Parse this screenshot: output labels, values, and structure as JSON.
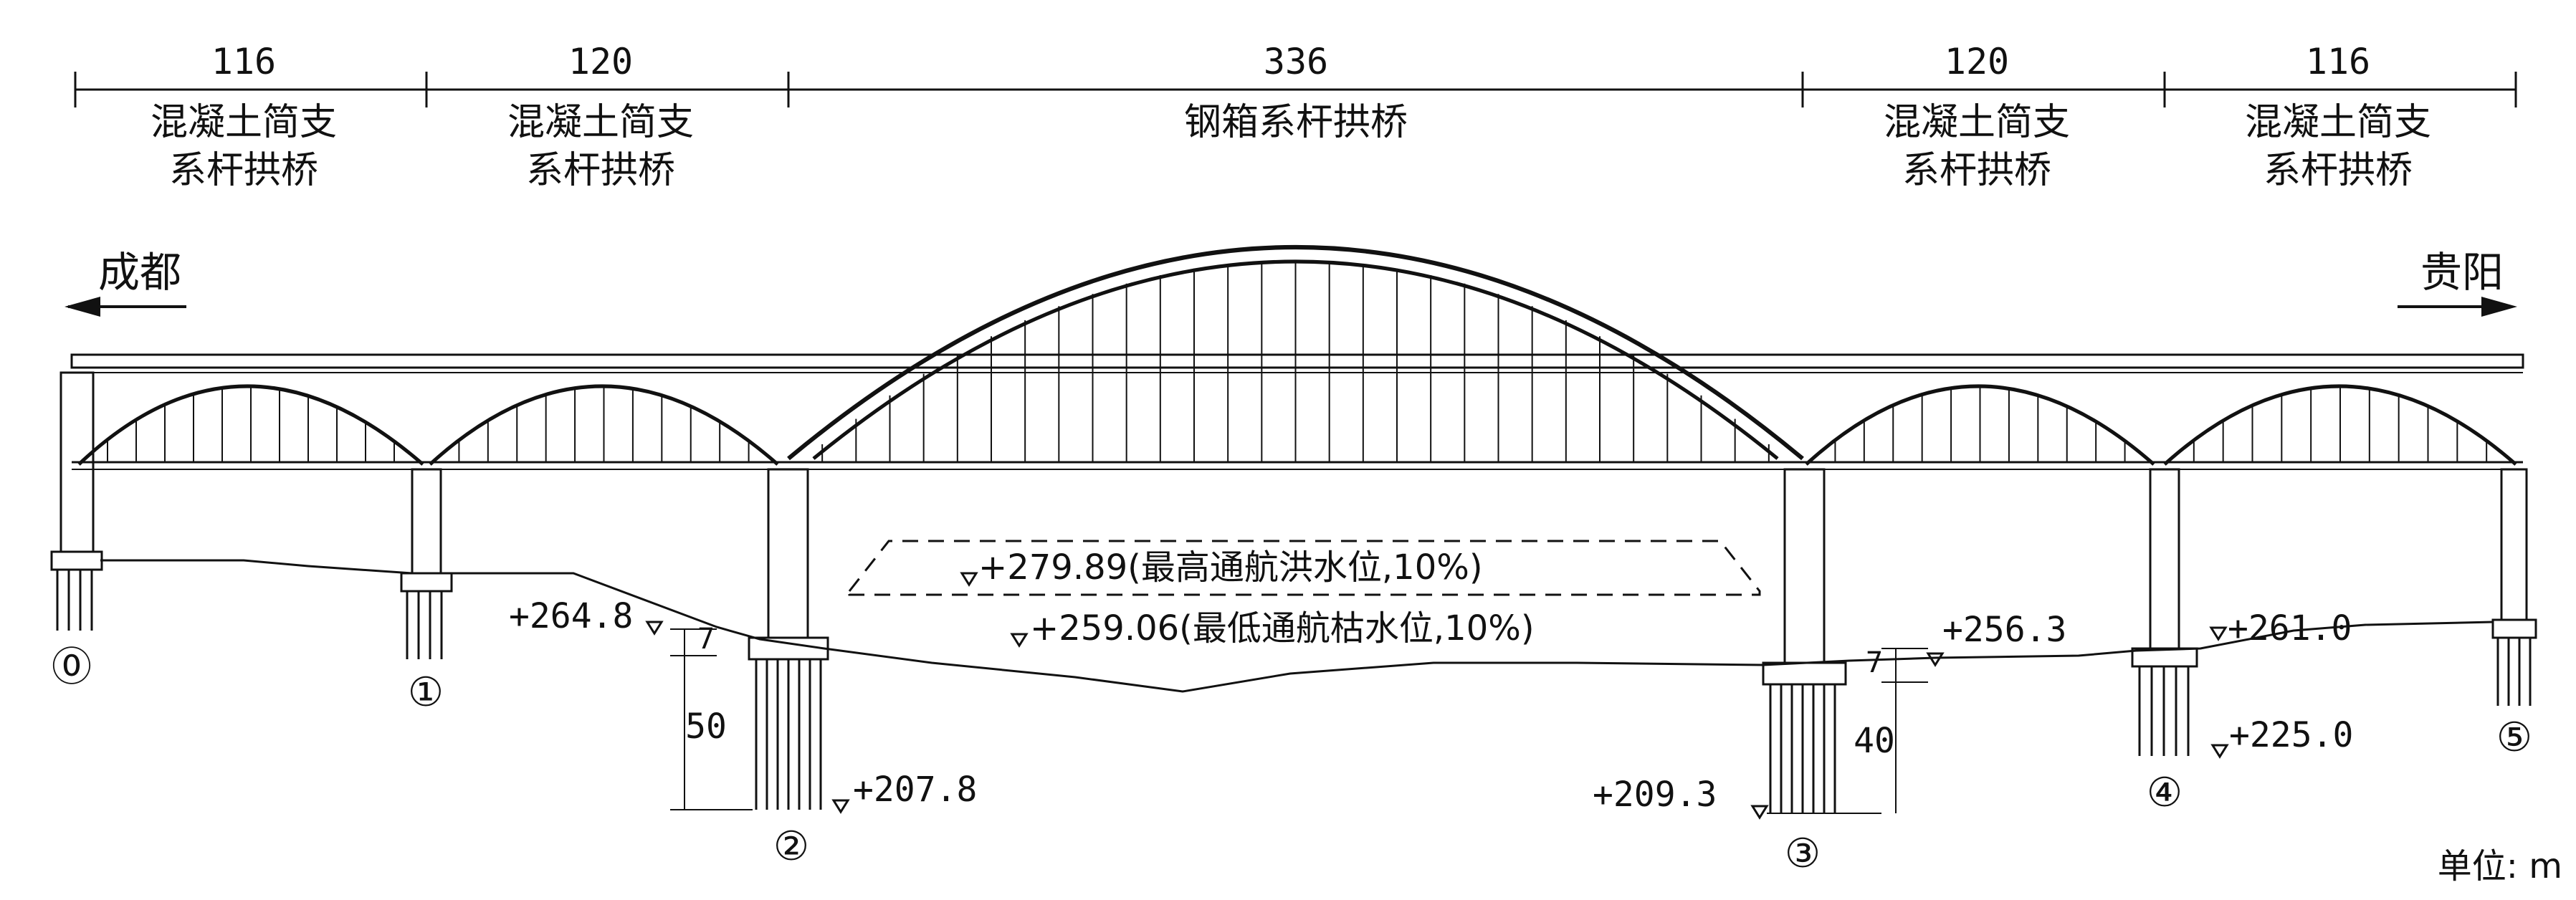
{
  "spans": [
    {
      "length": "116",
      "name_line1": "混凝土简支",
      "name_line2": "系杆拱桥"
    },
    {
      "length": "120",
      "name_line1": "混凝土简支",
      "name_line2": "系杆拱桥"
    },
    {
      "length": "336",
      "name_line1": "钢箱系杆拱桥",
      "name_line2": ""
    },
    {
      "length": "120",
      "name_line1": "混凝土简支",
      "name_line2": "系杆拱桥"
    },
    {
      "length": "116",
      "name_line1": "混凝土简支",
      "name_line2": "系杆拱桥"
    }
  ],
  "directions": {
    "left": "成都",
    "right": "贵阳"
  },
  "water_levels": {
    "high": "+279.89(最高通航洪水位,10%)",
    "low": "+259.06(最低通航枯水位,10%)"
  },
  "elevations": {
    "pier2_ground": "+264.8",
    "pier2_pile_tip": "+207.8",
    "pier3_ground": "+256.3",
    "pier3_pile_tip": "+209.3",
    "pier4_pile_tip": "+225.0",
    "abut5_ground": "+261.0"
  },
  "dimensions": {
    "pier2_cap": "7",
    "pier2_pile": "50",
    "pier3_cap": "7",
    "pier3_pile": "40"
  },
  "piers": [
    "⓪",
    "①",
    "②",
    "③",
    "④",
    "⑤"
  ],
  "unit": "单位: m"
}
